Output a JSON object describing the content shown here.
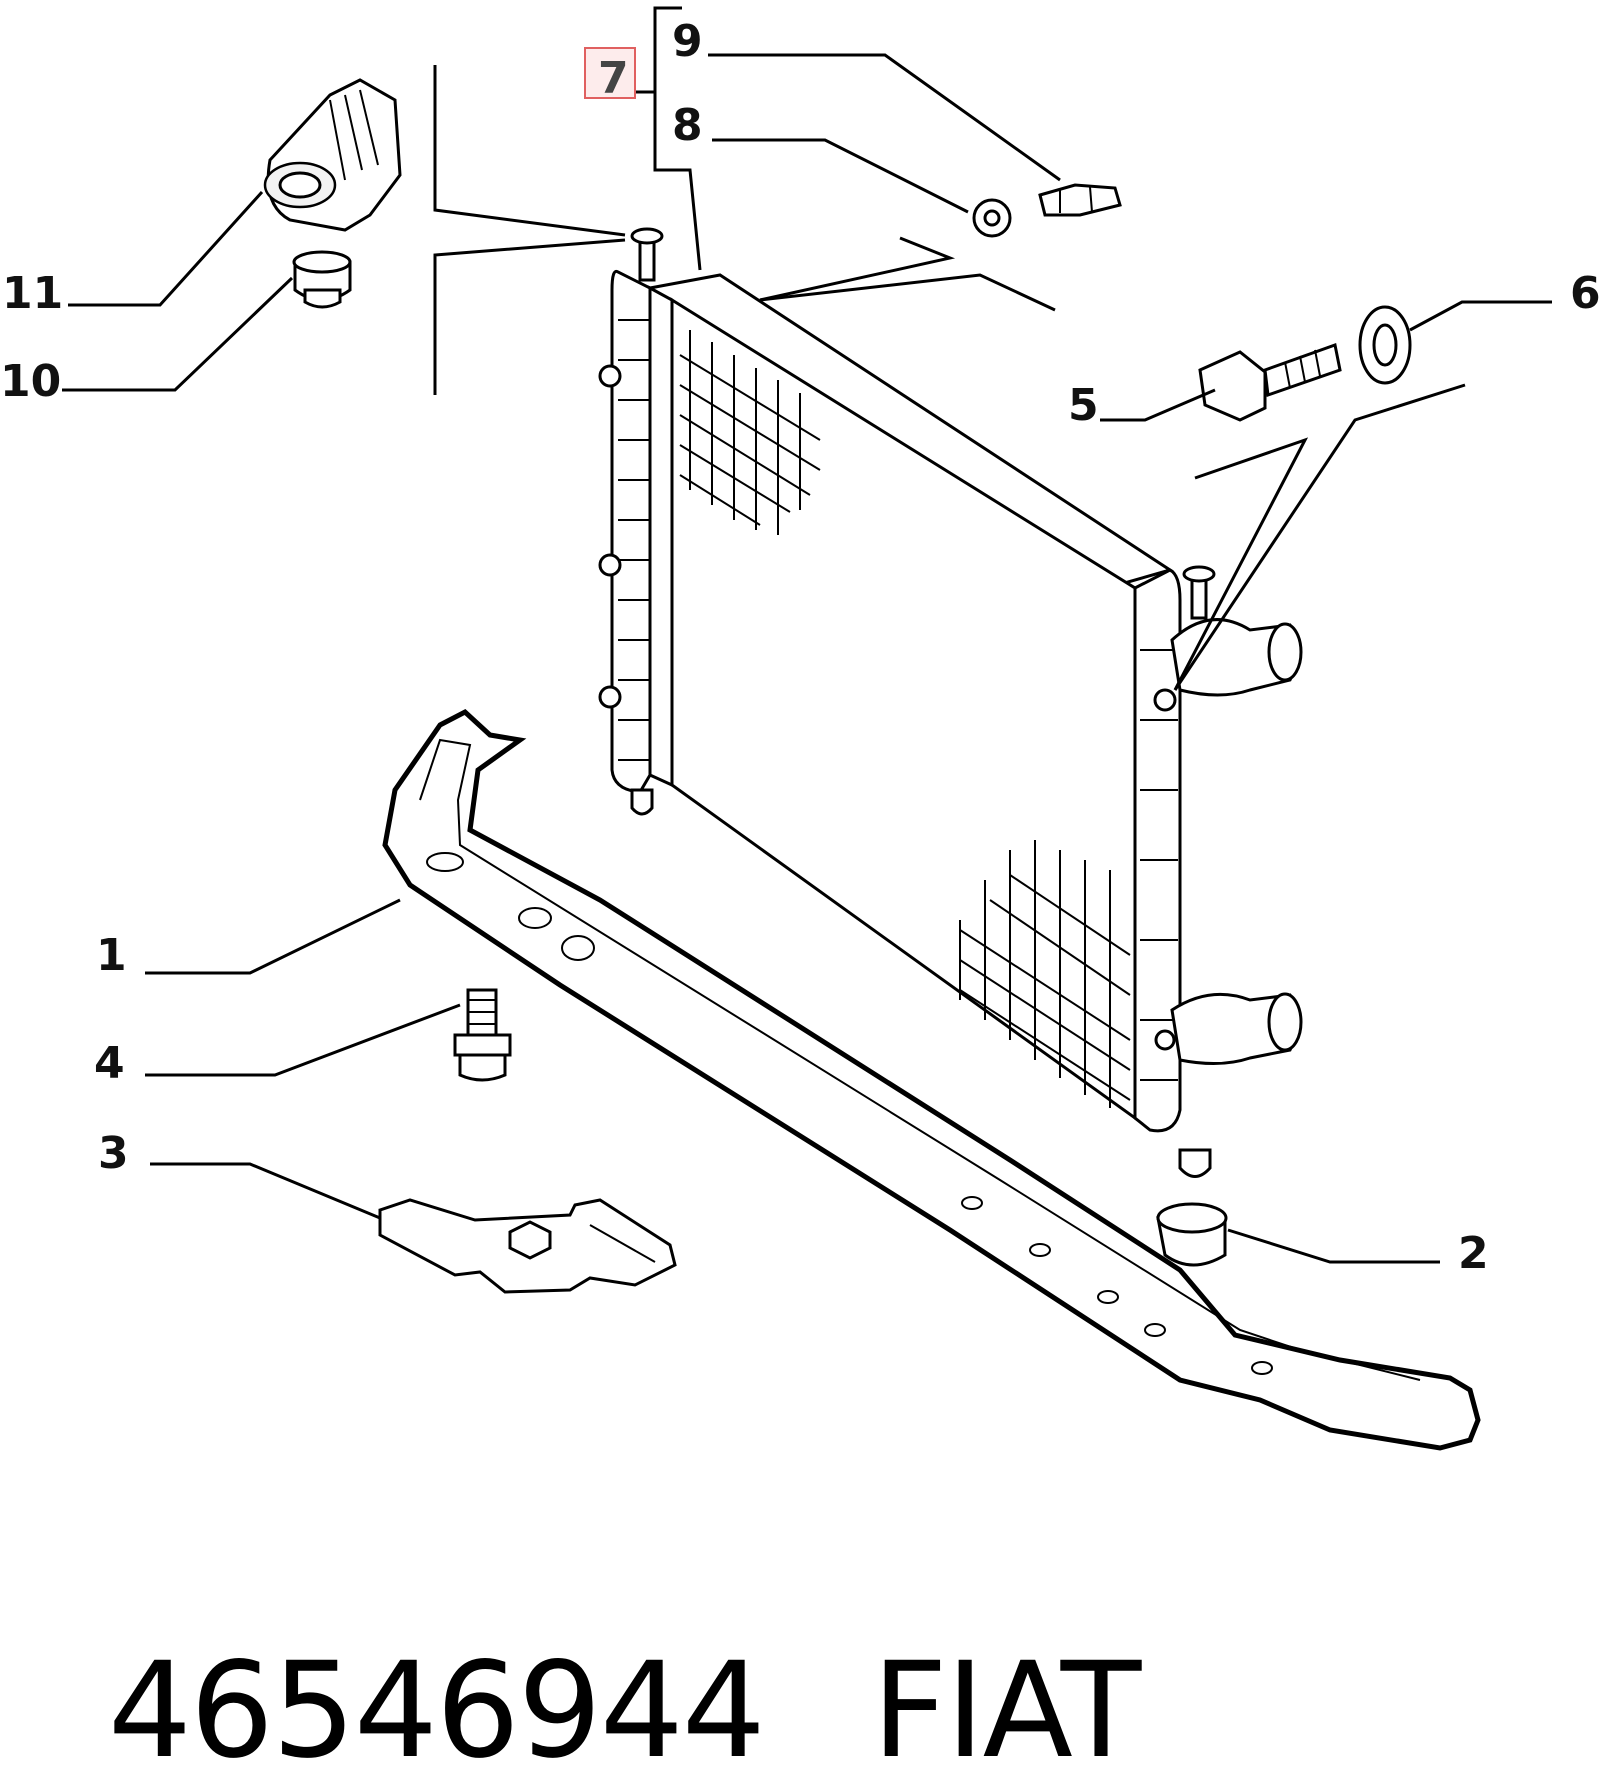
{
  "callouts": {
    "c1": "1",
    "c2": "2",
    "c3": "3",
    "c4": "4",
    "c5": "5",
    "c6": "6",
    "c7": "7",
    "c8": "8",
    "c9": "9",
    "c10": "10",
    "c11": "11"
  },
  "highlight_color": "#e06060",
  "caption": {
    "part_number": "46546944",
    "brand": "FIAT"
  }
}
